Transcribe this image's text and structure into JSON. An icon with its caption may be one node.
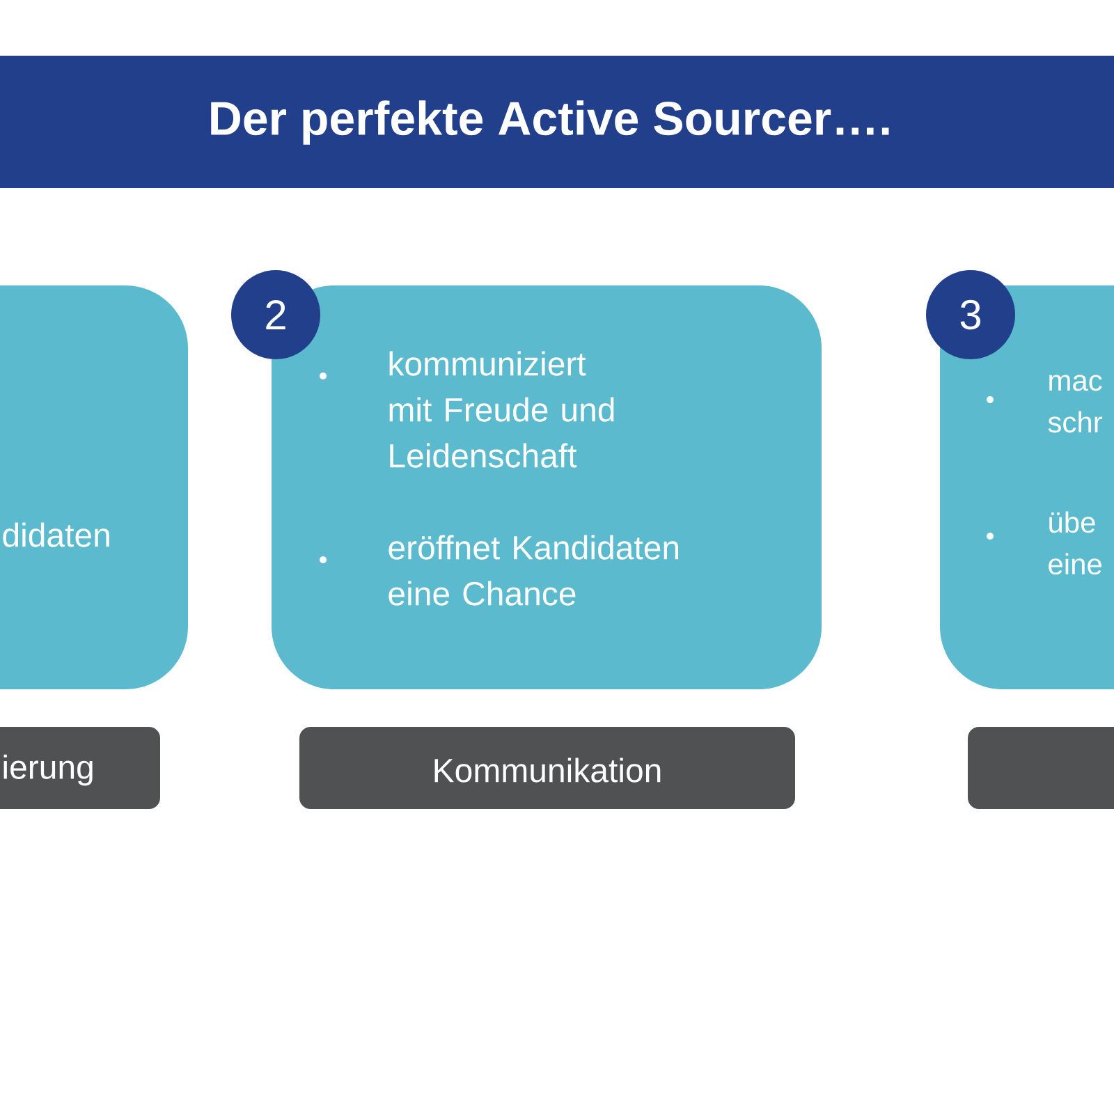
{
  "diagram": {
    "title": "Der perfekte Active Sourcer….",
    "nodes": [
      {
        "text": [
          "didaten"
        ]
      },
      {
        "text": [
          "ierung"
        ]
      },
      {
        "text": [
          "kommuniziert mit Freude und Leidenschaft",
          "eröffnet Kandidaten eine Chance"
        ]
      },
      {
        "text": [
          "2"
        ]
      },
      {
        "text": [
          "Kommunikation"
        ]
      },
      {
        "text": [
          "mac schr",
          "übe eine"
        ]
      },
      {
        "text": [
          "3"
        ]
      },
      {
        "text": [],
        "shape": "box"
      }
    ]
  }
}
